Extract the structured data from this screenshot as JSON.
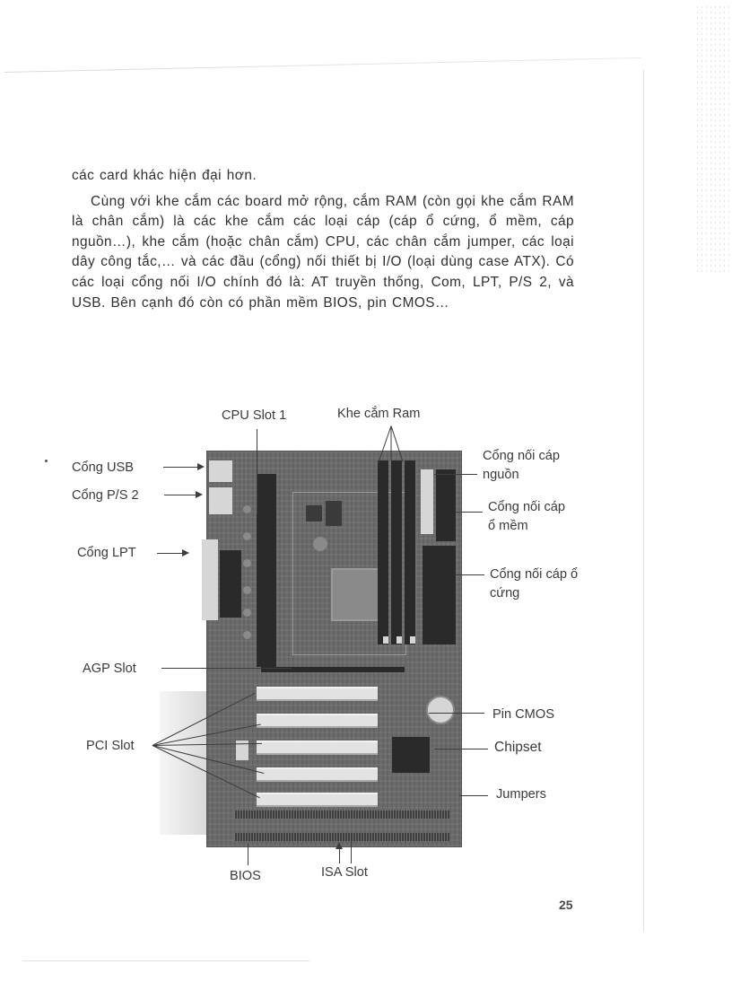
{
  "page": {
    "paragraphs": [
      {
        "text": "các card khác hiện đại hơn.",
        "indent": false
      },
      {
        "text": "Cùng với khe cắm các board mở rộng, cắm RAM (còn gọi khe cắm RAM là chân cắm) là các khe cắm các loại cáp (cáp ổ cứng, ổ mềm, cáp nguồn…), khe cắm (hoặc chân cắm) CPU, các chân cắm jumper, các loại dây công tắc,… và các đầu (cổng) nối thiết bị I/O (loại dùng case ATX). Có các loại cổng nối I/O chính đó là: AT truyền thống, Com, LPT, P/S 2, và USB. Bên cạnh đó còn có phần mềm BIOS, pin CMOS…",
        "indent": true
      }
    ],
    "page_number": "25"
  },
  "figure": {
    "description": "Photo of ATX motherboard with labeled components",
    "labels": {
      "cpu_slot": "CPU Slot 1",
      "ram_slot": "Khe cắm Ram",
      "usb_port": "Cổng USB",
      "ps2_port": "Cổng P/S 2",
      "lpt_port": "Cổng LPT",
      "power_connector": "Cổng nối cáp nguồn",
      "floppy_connector": "Cổng nối cáp ổ mềm",
      "hdd_connector": "Cổng nối cáp ổ cứng",
      "agp_slot": "AGP Slot",
      "pci_slot": "PCI Slot",
      "cmos_battery": "Pin CMOS",
      "chipset": "Chipset",
      "jumpers": "Jumpers",
      "bios": "BIOS",
      "isa_slot": "ISA Slot"
    }
  }
}
